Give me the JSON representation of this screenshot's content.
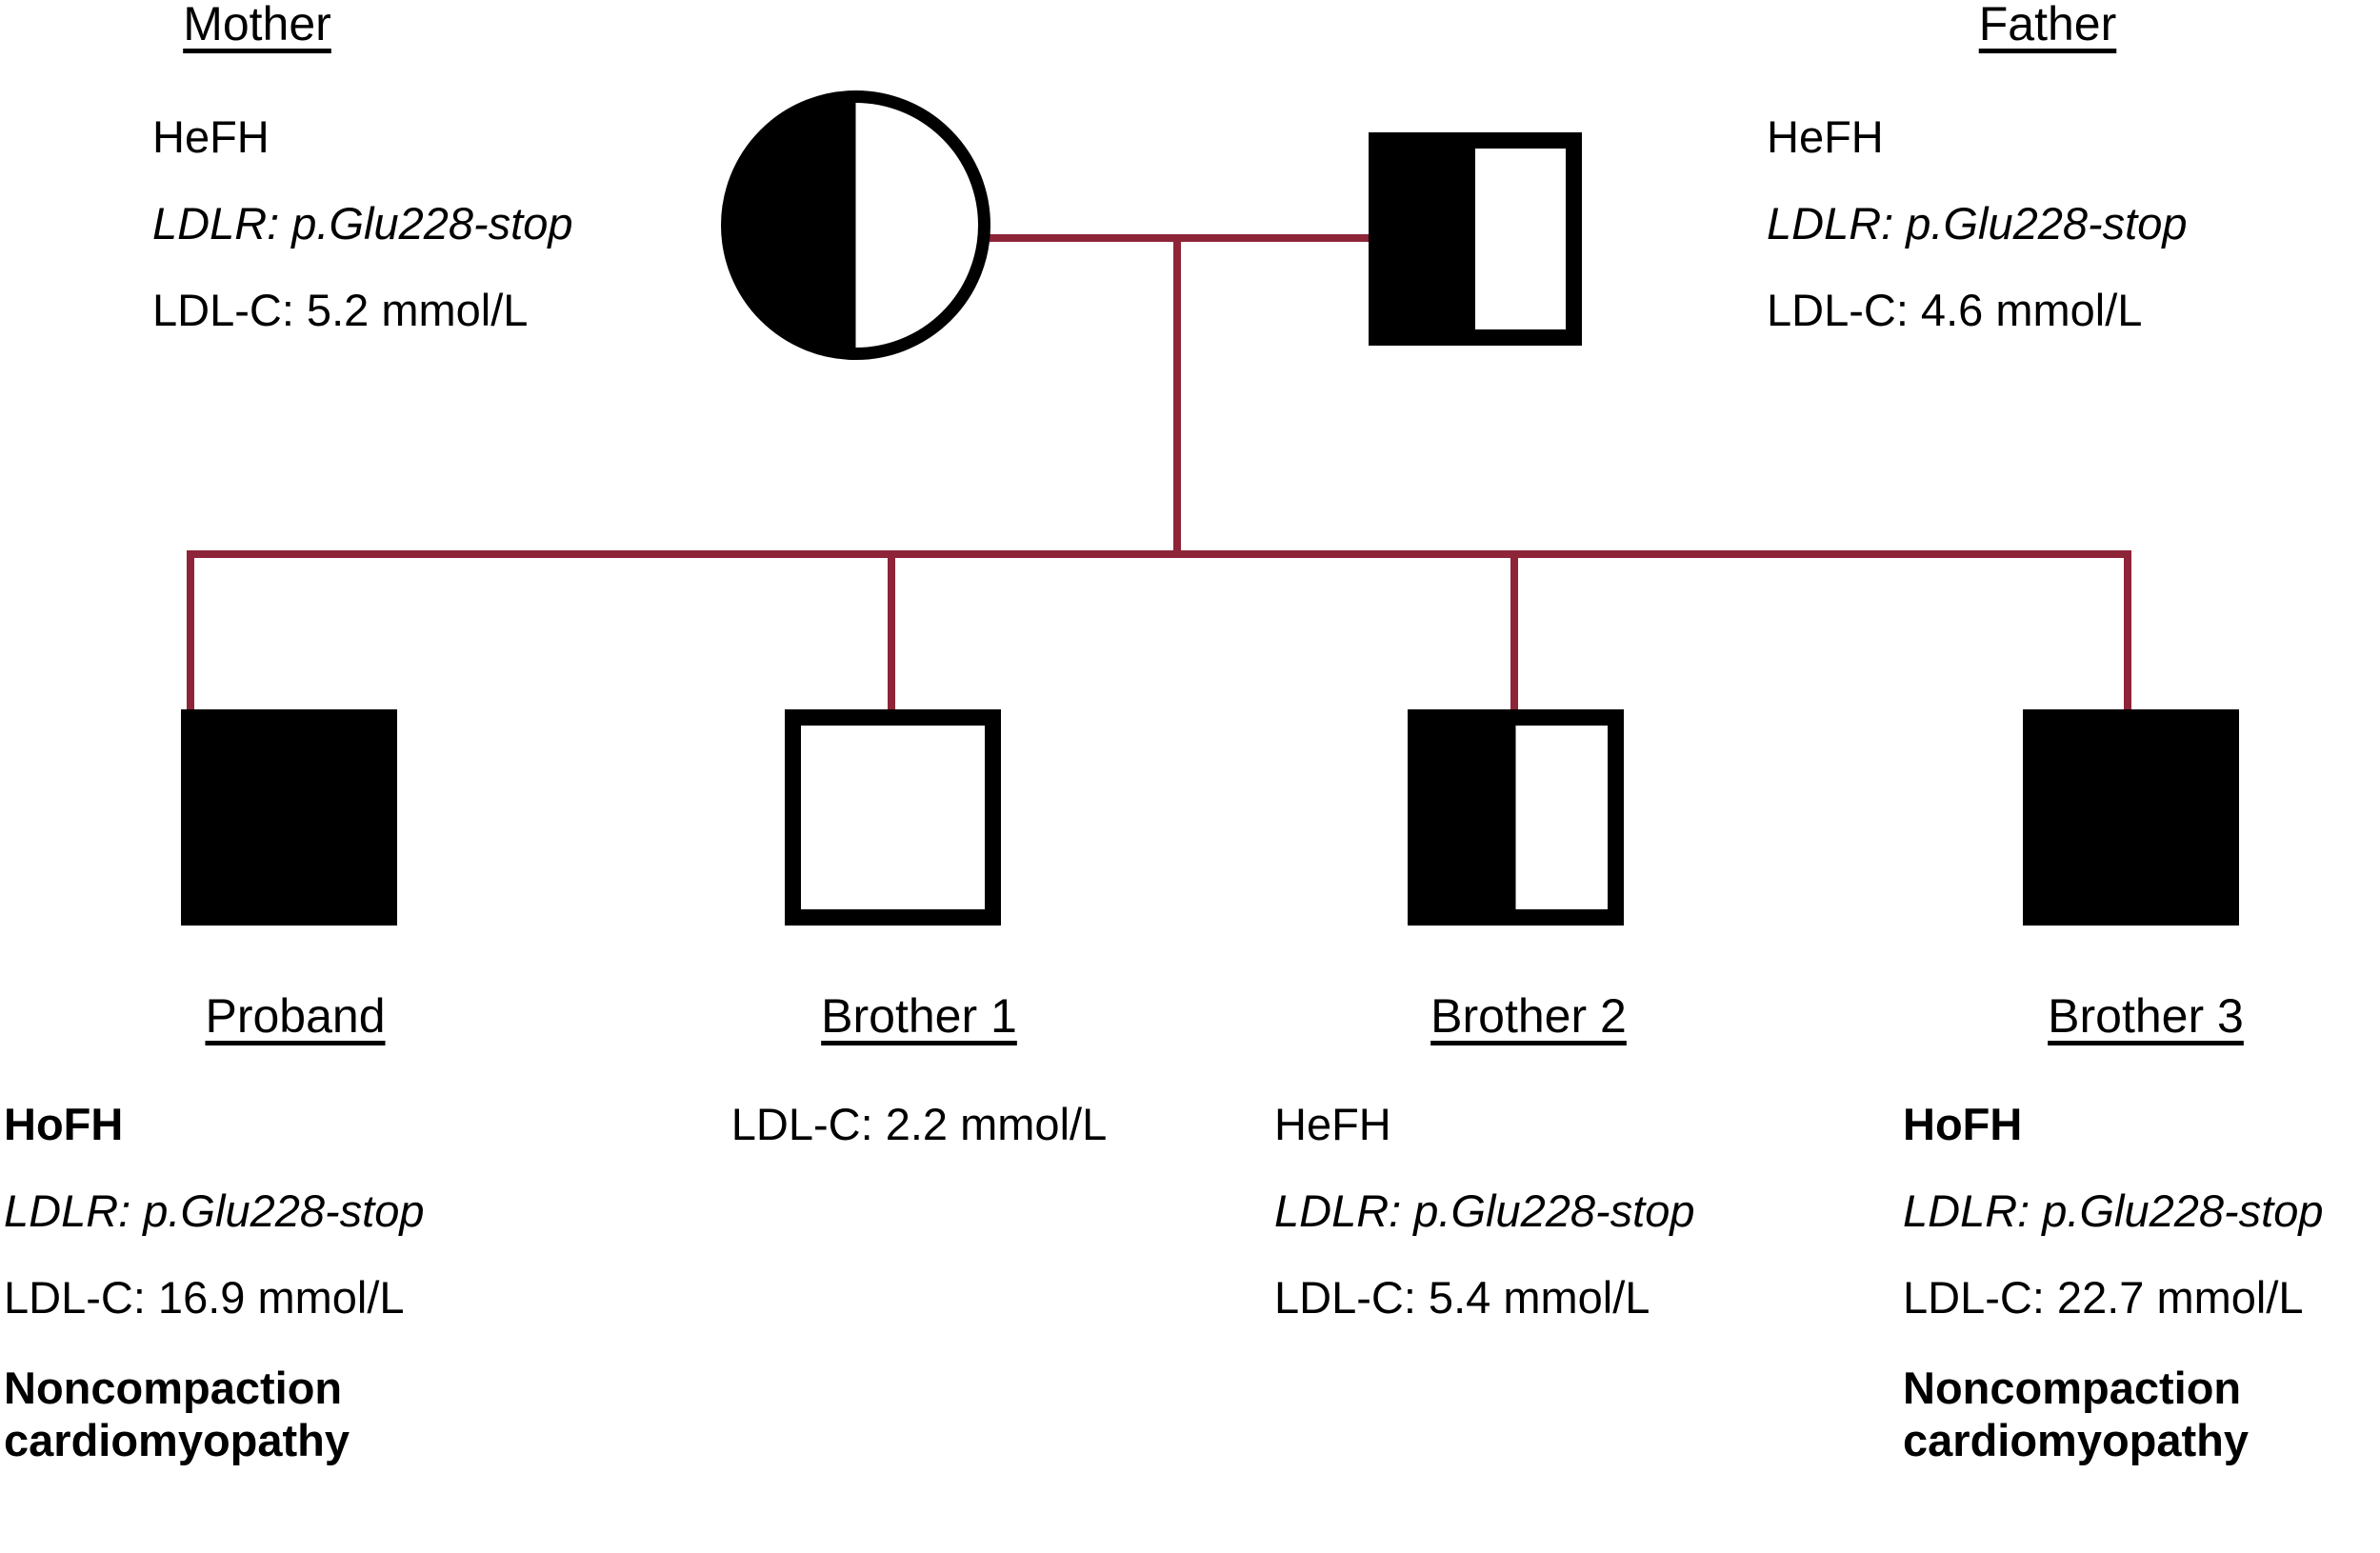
{
  "diagram": {
    "title_semantics": "family-pedigree-chart",
    "line_color": "#8E2438",
    "symbol_fill": "#000000",
    "symbol_stroke": "#000000",
    "background": "#ffffff"
  },
  "parents": {
    "mother": {
      "label": "Mother",
      "symbol": "circle-half-filled",
      "sex": "female",
      "lines": [
        "HeFH",
        "LDLR: p.Glu228-stop",
        "LDL-C: 5.2 mmol/L"
      ],
      "diagnosis": "HeFH",
      "variant": "LDLR: p.Glu228-stop",
      "ldl_c": "LDL-C: 5.2 mmol/L"
    },
    "father": {
      "label": "Father",
      "symbol": "square-half-filled",
      "sex": "male",
      "lines": [
        "HeFH",
        "LDLR: p.Glu228-stop",
        "LDL-C: 4.6 mmol/L"
      ],
      "diagnosis": "HeFH",
      "variant": "LDLR: p.Glu228-stop",
      "ldl_c": "LDL-C: 4.6 mmol/L"
    }
  },
  "children": [
    {
      "label": "Proband",
      "symbol": "square-filled",
      "sex": "male",
      "diagnosis": "HoFH",
      "variant": "LDLR: p.Glu228-stop",
      "ldl_c": "LDL-C: 16.9 mmol/L",
      "extra": "Noncompaction cardiomyopathy"
    },
    {
      "label": "Brother 1",
      "symbol": "square-open",
      "sex": "male",
      "diagnosis": "",
      "variant": "",
      "ldl_c": "LDL-C: 2.2 mmol/L",
      "extra": ""
    },
    {
      "label": "Brother 2",
      "symbol": "square-half-filled",
      "sex": "male",
      "diagnosis": "HeFH",
      "variant": "LDLR: p.Glu228-stop",
      "ldl_c": "LDL-C: 5.4 mmol/L",
      "extra": ""
    },
    {
      "label": "Brother 3",
      "symbol": "square-filled",
      "sex": "male",
      "diagnosis": "HoFH",
      "variant": "LDLR: p.Glu228-stop",
      "ldl_c": "LDL-C: 22.7 mmol/L",
      "extra": "Noncompaction cardiomyopathy"
    }
  ]
}
